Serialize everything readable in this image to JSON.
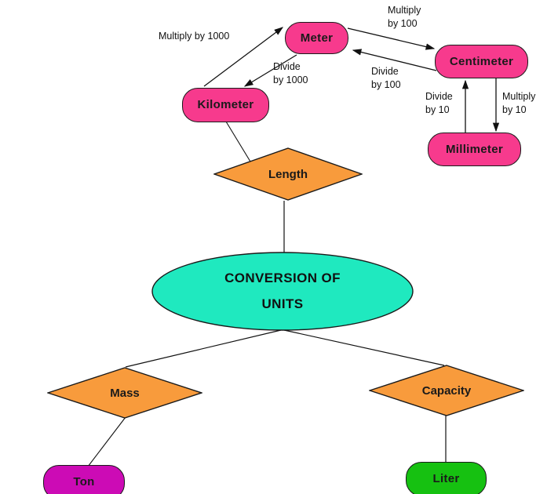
{
  "diagram": {
    "title": "Conversion of Units concept map",
    "center": {
      "label_line1": "CONVERSION OF",
      "label_line2": "UNITS",
      "shape": "ellipse",
      "color": "#1FE9BF"
    },
    "categories": [
      {
        "id": "length",
        "label": "Length",
        "shape": "diamond",
        "color": "#F89B3C"
      },
      {
        "id": "mass",
        "label": "Mass",
        "shape": "diamond",
        "color": "#F89B3C"
      },
      {
        "id": "capacity",
        "label": "Capacity",
        "shape": "diamond",
        "color": "#F89B3C"
      }
    ],
    "units": [
      {
        "id": "meter",
        "label": "Meter",
        "shape": "rounded-rect",
        "color": "#F73A8D",
        "category": "length"
      },
      {
        "id": "kilometer",
        "label": "Kilometer",
        "shape": "rounded-rect",
        "color": "#F73A8D",
        "category": "length"
      },
      {
        "id": "centimeter",
        "label": "Centimeter",
        "shape": "rounded-rect",
        "color": "#F73A8D",
        "category": "length"
      },
      {
        "id": "millimeter",
        "label": "Millimeter",
        "shape": "rounded-rect",
        "color": "#F73A8D",
        "category": "length"
      },
      {
        "id": "ton",
        "label": "Ton",
        "shape": "rounded-rect",
        "color": "#CC0BB5",
        "category": "mass"
      },
      {
        "id": "liter",
        "label": "Liter",
        "shape": "rounded-rect",
        "color": "#16C111",
        "category": "capacity"
      }
    ],
    "conversions": [
      {
        "id": "km-to-m",
        "from": "kilometer",
        "to": "meter",
        "label": "Multiply by 1000",
        "lines": [
          "Multiply by 1000"
        ]
      },
      {
        "id": "m-to-km",
        "from": "meter",
        "to": "kilometer",
        "label": "Divide by 1000",
        "lines": [
          "Divide",
          "by 1000"
        ]
      },
      {
        "id": "m-to-cm",
        "from": "meter",
        "to": "centimeter",
        "label": "Multiply by 100",
        "lines": [
          "Multiply",
          "by 100"
        ]
      },
      {
        "id": "cm-to-m",
        "from": "centimeter",
        "to": "meter",
        "label": "Divide by 100",
        "lines": [
          "Divide",
          "by 100"
        ]
      },
      {
        "id": "mm-to-cm",
        "from": "millimeter",
        "to": "centimeter",
        "label": "Divide by 10",
        "lines": [
          "Divide",
          "by 10"
        ]
      },
      {
        "id": "cm-to-mm",
        "from": "centimeter",
        "to": "millimeter",
        "label": "Multiply by 10",
        "lines": [
          "Multiply",
          "by 10"
        ]
      }
    ],
    "palette": {
      "pink": "#F73A8D",
      "orange": "#F89B3C",
      "teal": "#1FE9BF",
      "magenta": "#CC0BB5",
      "green": "#16C111",
      "stroke": "#1a1a1a",
      "background": "#FFFFFF"
    }
  }
}
